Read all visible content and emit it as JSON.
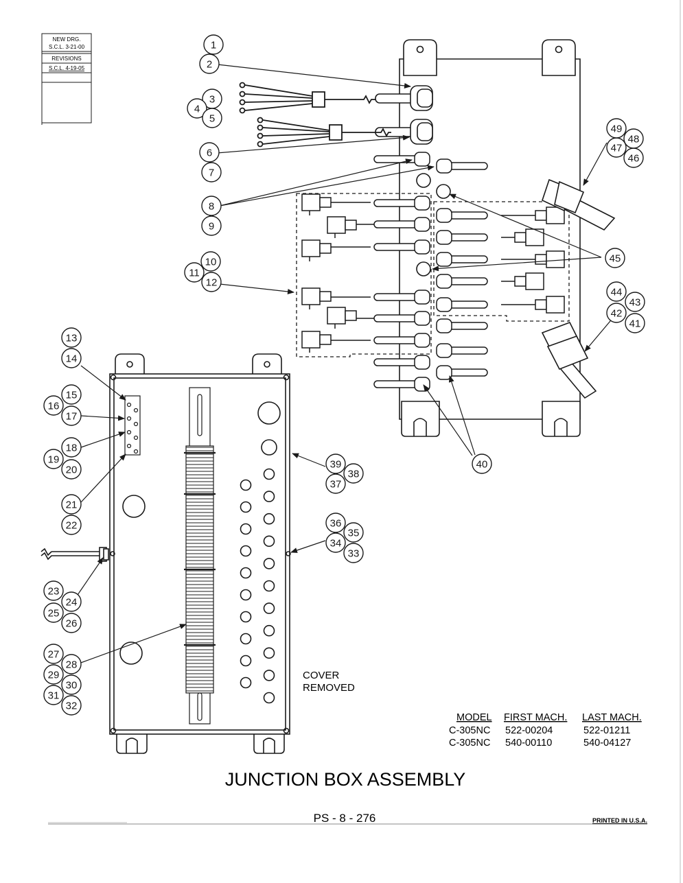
{
  "revision_block": {
    "new_drg_label": "NEW DRG.",
    "new_drg_value": "S.C.L. 3-21-00",
    "revisions_label": "REVISIONS",
    "revisions_value": "S.C.L. 4-19-05"
  },
  "callouts": [
    "1",
    "2",
    "3",
    "4",
    "5",
    "6",
    "7",
    "8",
    "9",
    "10",
    "11",
    "12",
    "13",
    "14",
    "15",
    "16",
    "17",
    "18",
    "19",
    "20",
    "21",
    "22",
    "23",
    "24",
    "25",
    "26",
    "27",
    "28",
    "29",
    "30",
    "31",
    "32",
    "33",
    "34",
    "35",
    "36",
    "37",
    "38",
    "39",
    "40",
    "41",
    "42",
    "43",
    "44",
    "45",
    "46",
    "47",
    "48",
    "49"
  ],
  "cover_note": {
    "line1": "COVER",
    "line2": "REMOVED"
  },
  "model_table": {
    "headers": [
      "MODEL",
      "FIRST MACH.",
      "LAST MACH."
    ],
    "rows": [
      [
        "C-305NC",
        "522-00204",
        "522-01211"
      ],
      [
        "C-305NC",
        "540-00110",
        "540-04127"
      ]
    ]
  },
  "title": "JUNCTION BOX ASSEMBLY",
  "page_number": "PS - 8 - 276",
  "printed_note": "PRINTED IN U.S.A.",
  "colors": {
    "ink": "#1a1a1a",
    "paper": "#ffffff"
  }
}
